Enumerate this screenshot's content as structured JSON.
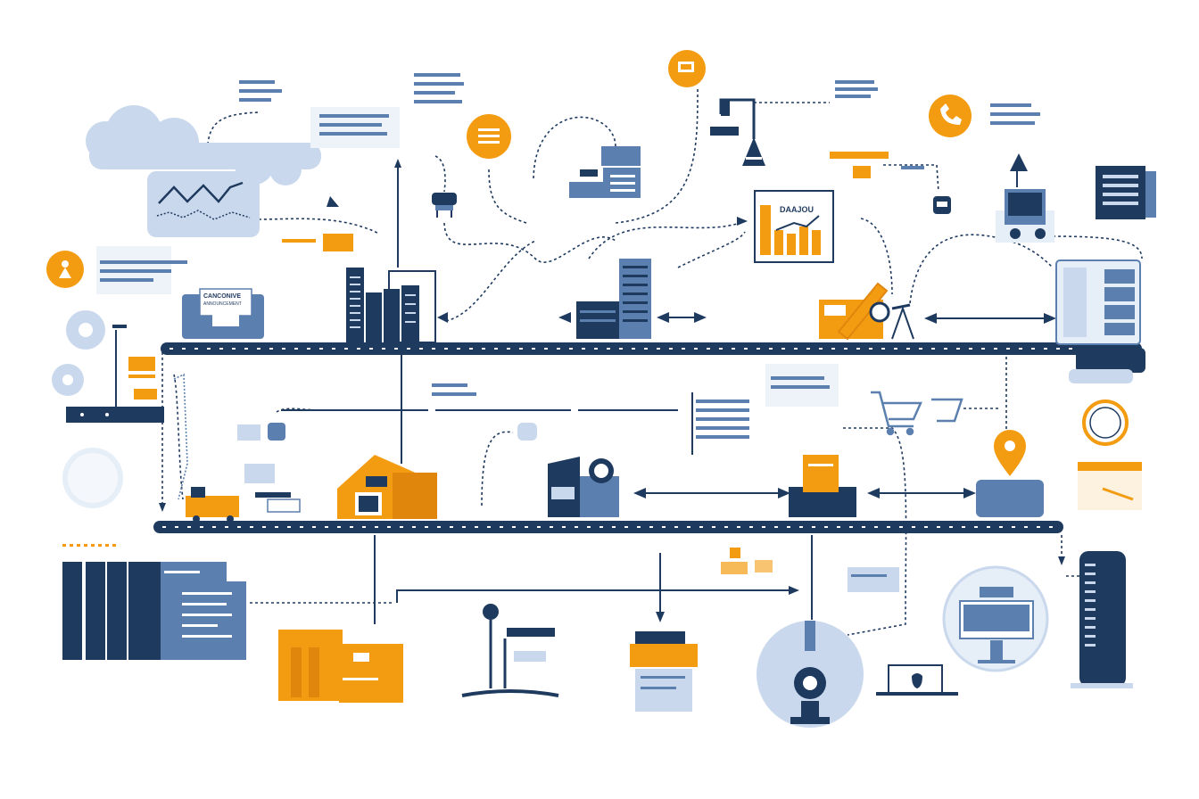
{
  "colors": {
    "navy": "#1f3a5f",
    "blue": "#5b7fae",
    "light_blue": "#c9d8ec",
    "pale_blue": "#e6eef8",
    "orange": "#f39c12",
    "dark_orange": "#e0860c",
    "bg": "#ffffff"
  },
  "labels": {
    "scanner_sign": "CANCONIVE",
    "scanner_sub": "ANNOUNCEMENT",
    "chart_title": "DAAJOU"
  },
  "icons": [
    "cloud-icon",
    "line-chart-icon",
    "person-icon",
    "gear-icon",
    "document-icon",
    "scanner-icon",
    "server-rack-icon",
    "router-icon",
    "desk-lamp-icon",
    "bar-chart-icon",
    "wrench-icon",
    "phone-icon",
    "forklift-icon",
    "monitor-icon",
    "warehouse-icon",
    "factory-icon",
    "shopping-cart-icon",
    "location-pin-icon",
    "clock-icon",
    "card-icon",
    "database-icon",
    "folder-icon",
    "microscope-icon",
    "printer-icon",
    "camera-icon",
    "laptop-icon",
    "tower-server-icon"
  ]
}
